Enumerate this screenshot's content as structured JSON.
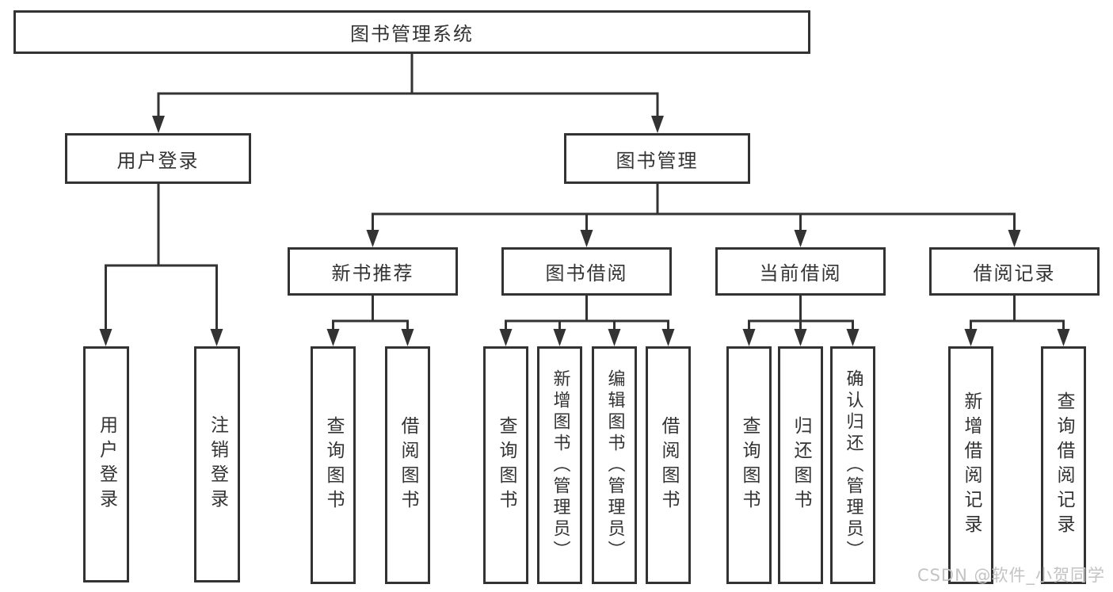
{
  "diagram": {
    "type": "hierarchy-tree",
    "watermark": "CSDN @软件_小贺同学",
    "colors": {
      "background": "#ffffff",
      "box_border": "#333333",
      "box_fill": "#ffffff",
      "line": "#333333",
      "text": "#333333",
      "watermark_text": "#c3c3c3"
    },
    "hierarchy": {
      "图书管理系统": {
        "用户登录": [
          "用户登录",
          "注销登录"
        ],
        "图书管理": {
          "新书推荐": [
            "查询图书",
            "借阅图书"
          ],
          "图书借阅": [
            "查询图书",
            "新增图书（管理员）",
            "编辑图书（管理员）",
            "借阅图书"
          ],
          "当前借阅": [
            "查询图书",
            "归还图书",
            "确认归还（管理员）"
          ],
          "借阅记录": [
            "新增借阅记录",
            "查询借阅记录"
          ]
        }
      }
    }
  },
  "nodes": {
    "root": {
      "label": "图书管理系统"
    },
    "user_login": {
      "label": "用户登录"
    },
    "book_mgmt": {
      "label": "图书管理"
    },
    "new_book_rec": {
      "label": "新书推荐"
    },
    "book_borrow": {
      "label": "图书借阅"
    },
    "current_borrow": {
      "label": "当前借阅"
    },
    "borrow_records": {
      "label": "借阅记录"
    },
    "leaf_user_login": {
      "label": "用户登录"
    },
    "leaf_logout": {
      "label": "注销登录"
    },
    "leaf_query_books_1": {
      "label": "查询图书"
    },
    "leaf_borrow_books_1": {
      "label": "借阅图书"
    },
    "leaf_query_books_2": {
      "label": "查询图书"
    },
    "leaf_add_book": {
      "label": "新增图书（管理员）"
    },
    "leaf_edit_book": {
      "label": "编辑图书（管理员）"
    },
    "leaf_borrow_books_2": {
      "label": "借阅图书"
    },
    "leaf_query_books_3": {
      "label": "查询图书"
    },
    "leaf_return_book": {
      "label": "归还图书"
    },
    "leaf_confirm_return": {
      "label": "确认归还（管理员）"
    },
    "leaf_add_borrow_record": {
      "label": "新增借阅记录"
    },
    "leaf_query_borrow_record": {
      "label": "查询借阅记录"
    }
  }
}
